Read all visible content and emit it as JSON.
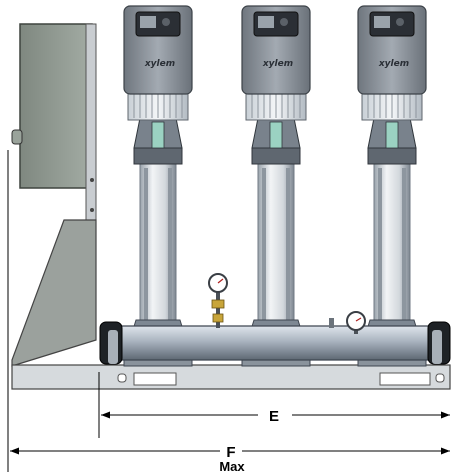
{
  "diagram": {
    "brand_label": "xylem",
    "pump_count": 3,
    "dimensions": [
      {
        "id": "E",
        "label": "E",
        "sublabel": ""
      },
      {
        "id": "F",
        "label": "F",
        "sublabel": "Max"
      }
    ],
    "colors": {
      "housing": "#8c939b",
      "housing_dark": "#5f666e",
      "display": "#2b2f35",
      "pipe": "#a9b3bf",
      "pipe_dark": "#5e6873",
      "column": "#d8dde2",
      "column_edge": "#707a84",
      "cabinet": "#9aa39b",
      "frame": "#b9bec4",
      "gauge_ring": "#3a3f45",
      "gauge_valve": "#c8a53a",
      "dim_line": "#000000"
    }
  }
}
